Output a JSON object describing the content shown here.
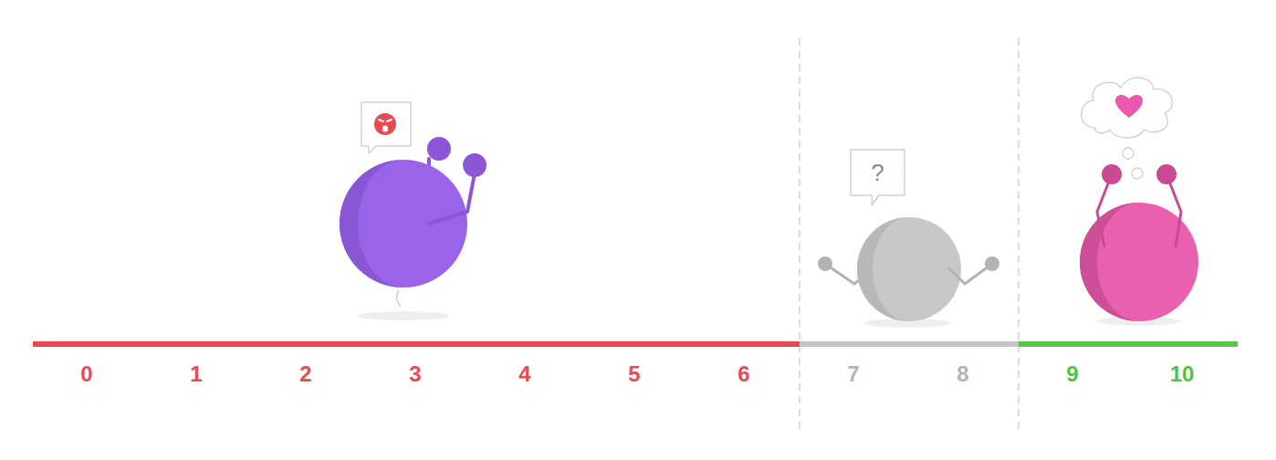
{
  "diagram": {
    "nodes": [
      {
        "text": [
          "?"
        ]
      }
    ],
    "labels": [
      "0",
      "1",
      "2",
      "3",
      "4",
      "5",
      "6",
      "7",
      "8",
      "9",
      "10"
    ]
  }
}
